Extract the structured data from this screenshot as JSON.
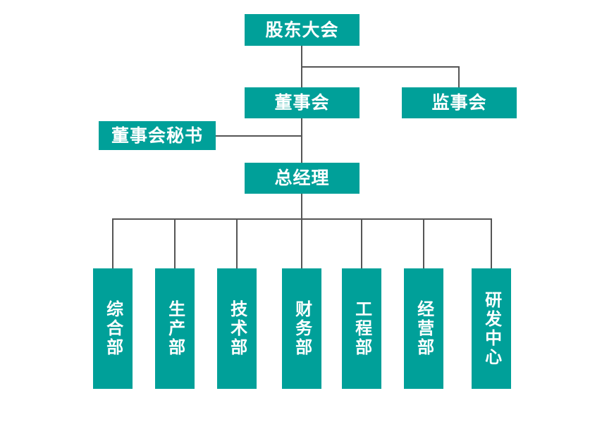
{
  "diagram": {
    "title_text": "",
    "colors": {
      "node_fill": "#00a099",
      "node_text": "#ffffff",
      "connector": "#555555",
      "background": "#ffffff"
    },
    "nodes": {
      "shareholders_meeting": "股东大会",
      "board_of_directors": "董事会",
      "board_of_supervisors": "监事会",
      "board_secretary": "董事会秘书",
      "general_manager": "总经理"
    },
    "departments": [
      {
        "label": "综合部"
      },
      {
        "label": "生产部"
      },
      {
        "label": "技术部"
      },
      {
        "label": "财务部"
      },
      {
        "label": "工程部"
      },
      {
        "label": "经营部"
      },
      {
        "label": "研发中心"
      }
    ]
  }
}
